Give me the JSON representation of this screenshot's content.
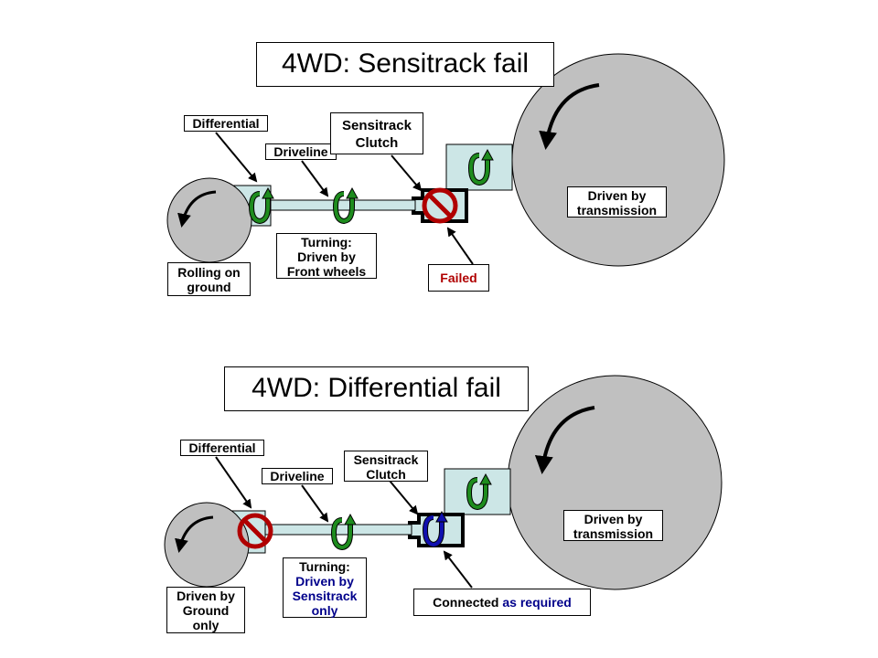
{
  "colors": {
    "wheel_fill": "#c0c0c0",
    "shaft_fill": "#cce6e6",
    "arrow_green": "#1e8c1e",
    "arrow_blue": "#1010b0",
    "fail_red": "#b00000",
    "text_blue": "#00008b"
  },
  "top": {
    "title": "4WD: Sensitrack fail",
    "labels": {
      "differential": "Differential",
      "driveline": "Driveline",
      "clutch_1": "Sensitrack",
      "clutch_2": "Clutch",
      "rolling_1": "Rolling on",
      "rolling_2": "ground",
      "turning_1": "Turning:",
      "turning_2": "Driven by",
      "turning_3": "Front wheels",
      "failed": "Failed",
      "driven_1": "Driven by",
      "driven_2": "transmission"
    },
    "icons": {
      "front_wheel": "rotation-arrow-icon",
      "rear_wheel": "rotation-arrow-icon",
      "differential": "green-rotation-icon",
      "driveline": "green-rotation-icon",
      "rear_block": "green-rotation-icon",
      "clutch": "prohibition-icon"
    }
  },
  "bottom": {
    "title": "4WD: Differential fail",
    "labels": {
      "differential": "Differential",
      "driveline": "Driveline",
      "clutch_1": "Sensitrack",
      "clutch_2": "Clutch",
      "ground_1": "Driven by",
      "ground_2": "Ground",
      "ground_3": "only",
      "turning_1": "Turning:",
      "turning_2": "Driven by",
      "turning_3": "Sensitrack",
      "turning_4": "only",
      "connected_1": "Connected",
      "connected_2": "as required",
      "driven_1": "Driven by",
      "driven_2": "transmission"
    },
    "icons": {
      "front_wheel": "rotation-arrow-icon",
      "rear_wheel": "rotation-arrow-icon",
      "differential": "prohibition-icon",
      "driveline": "green-rotation-icon",
      "rear_block": "green-rotation-icon",
      "clutch": "blue-rotation-icon"
    }
  }
}
